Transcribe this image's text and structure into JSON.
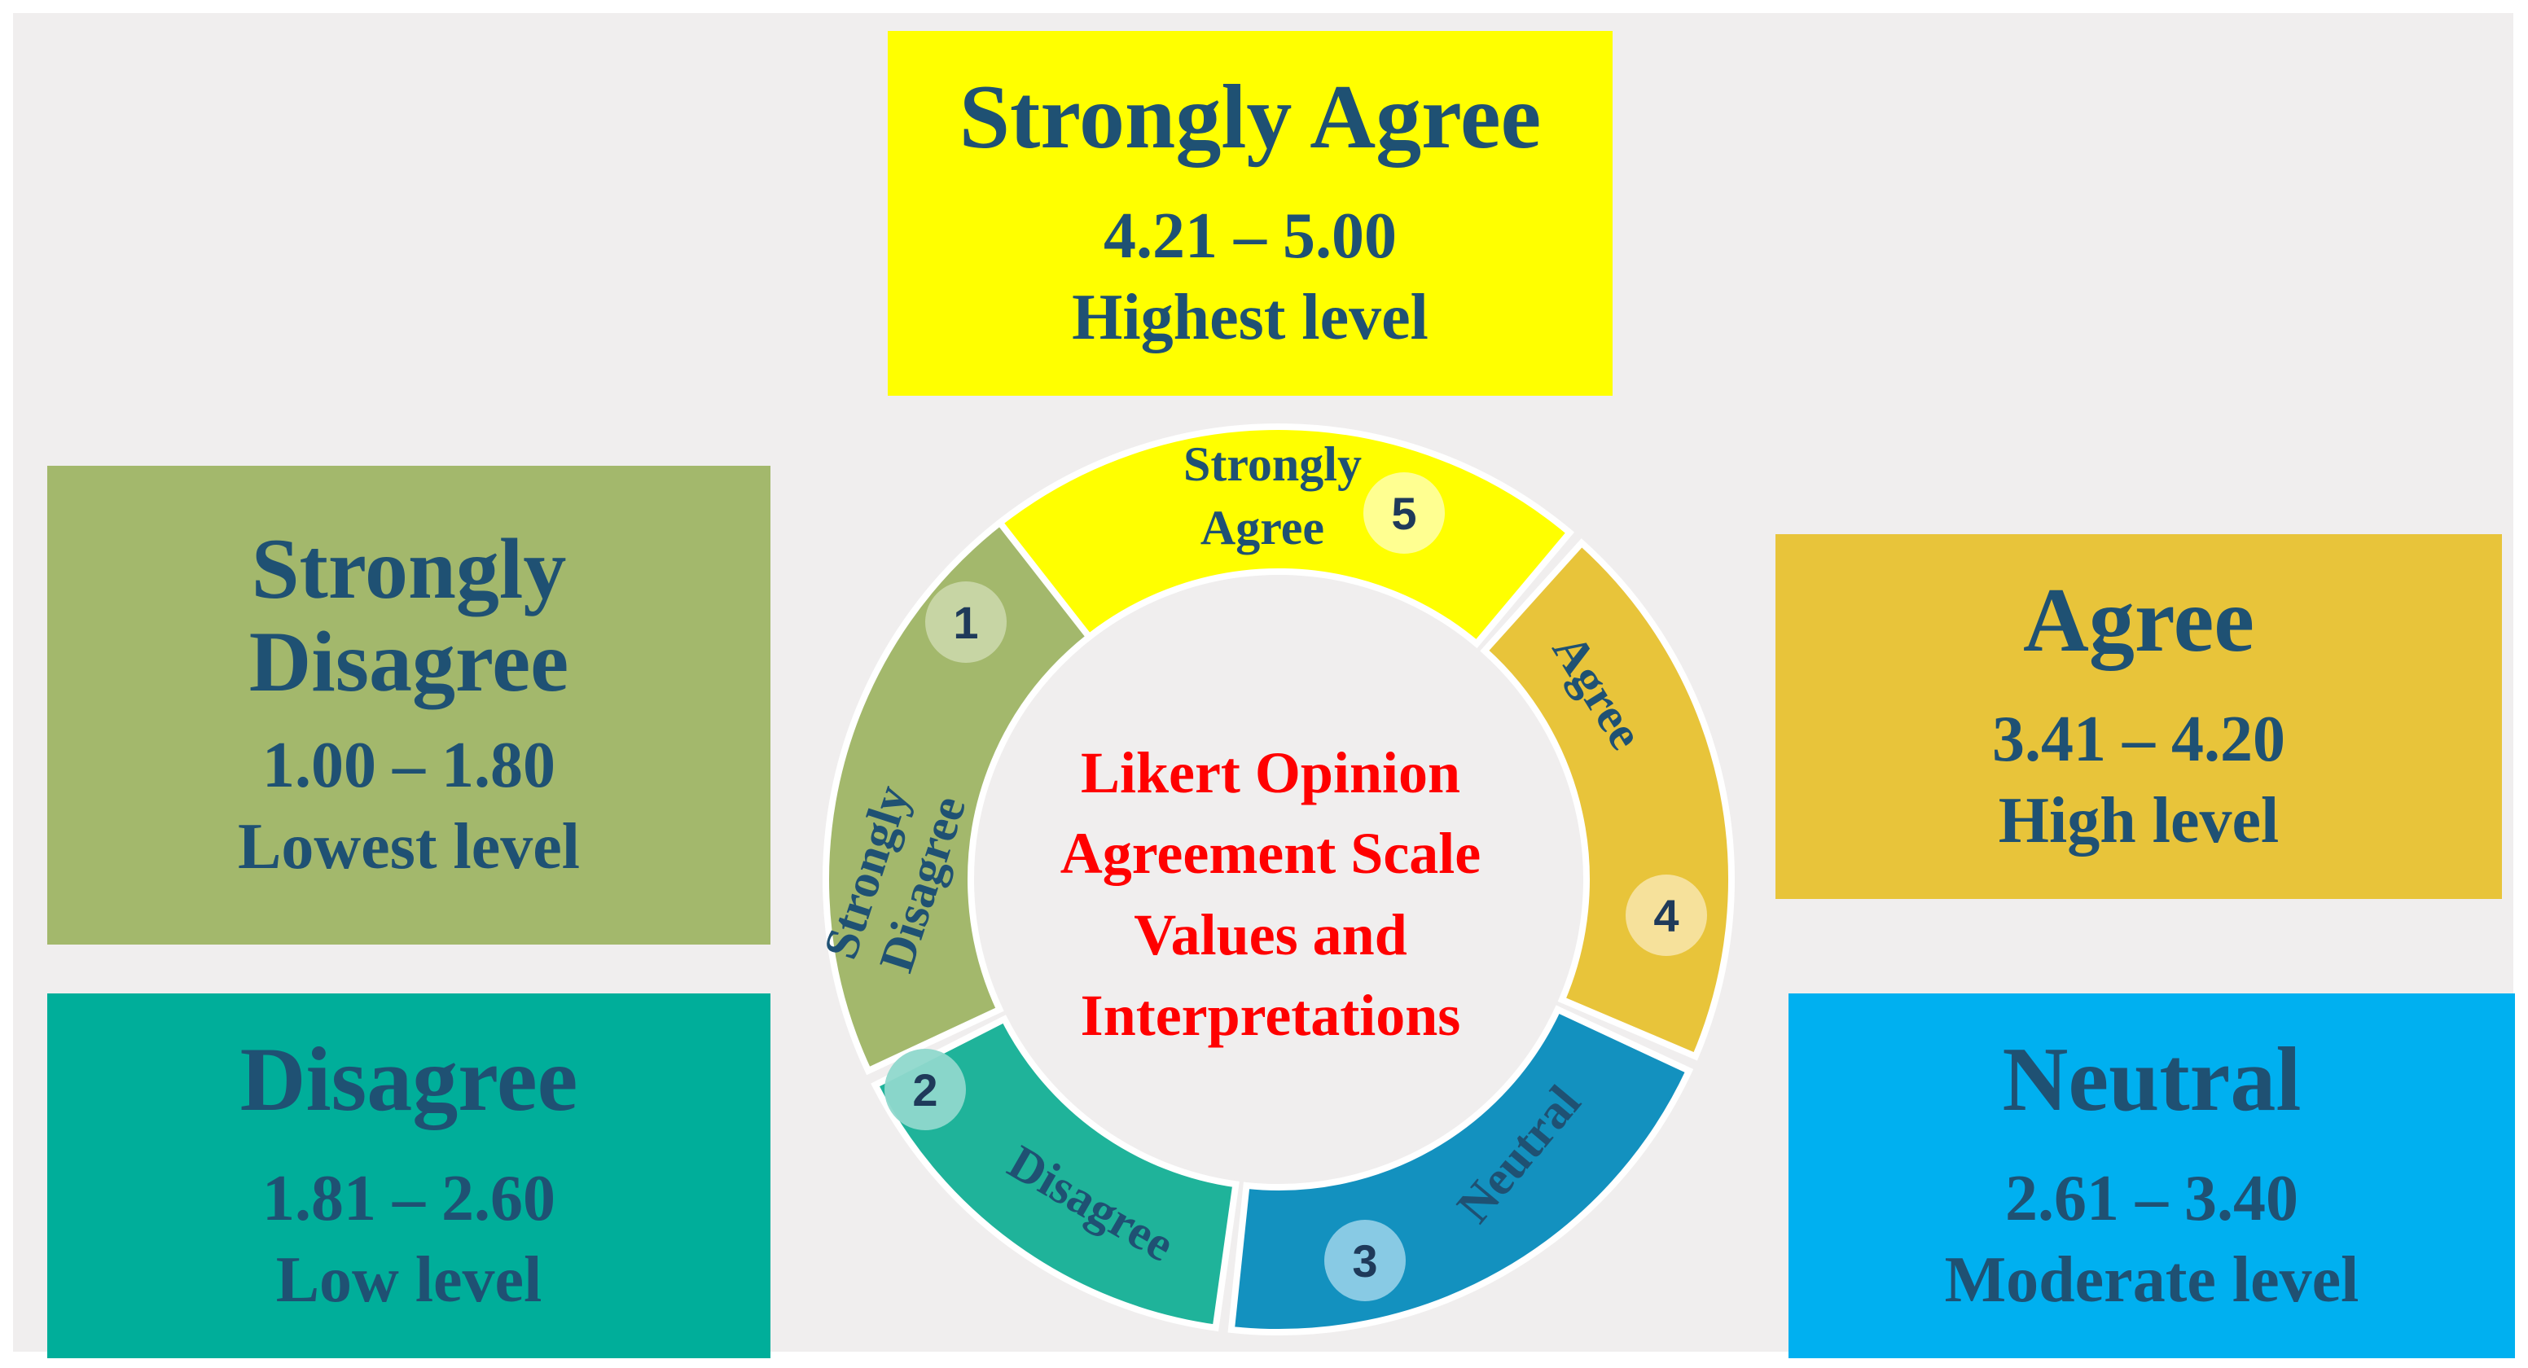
{
  "center_title": "Likert Opinion Agreement Scale Values and Interpretations",
  "boxes": {
    "strongly_agree": {
      "title": "Strongly Agree",
      "range": "4.21 – 5.00",
      "interpretation": "Highest level",
      "color": "#ffff00"
    },
    "strongly_disagree": {
      "title": "Strongly Disagree",
      "range": "1.00 – 1.80",
      "interpretation": "Lowest level",
      "color": "#a3b86c"
    },
    "agree": {
      "title": "Agree",
      "range": "3.41 – 4.20",
      "interpretation": "High level",
      "color": "#e8c43a"
    },
    "disagree": {
      "title": "Disagree",
      "range": "1.81 – 2.60",
      "interpretation": "Low level",
      "color": "#00ae9a"
    },
    "neutral": {
      "title": "Neutral",
      "range": "2.61 – 3.40",
      "interpretation": "Moderate level",
      "color": "#00b0f0"
    }
  },
  "cycle": {
    "segments": [
      {
        "number": "1",
        "label": "Strongly Disagree",
        "color": "#a3b86c"
      },
      {
        "number": "2",
        "label": "Disagree",
        "color": "#1fb39a"
      },
      {
        "number": "3",
        "label": "Neutral",
        "color": "#1391bf"
      },
      {
        "number": "4",
        "label": "Agree",
        "color": "#e8c43a"
      },
      {
        "number": "5",
        "label": "Strongly Agree",
        "color": "#ffff00"
      }
    ]
  },
  "colors": {
    "text_primary": "#1f5173",
    "center_title": "#ff0000",
    "background": "#f0eeee"
  }
}
